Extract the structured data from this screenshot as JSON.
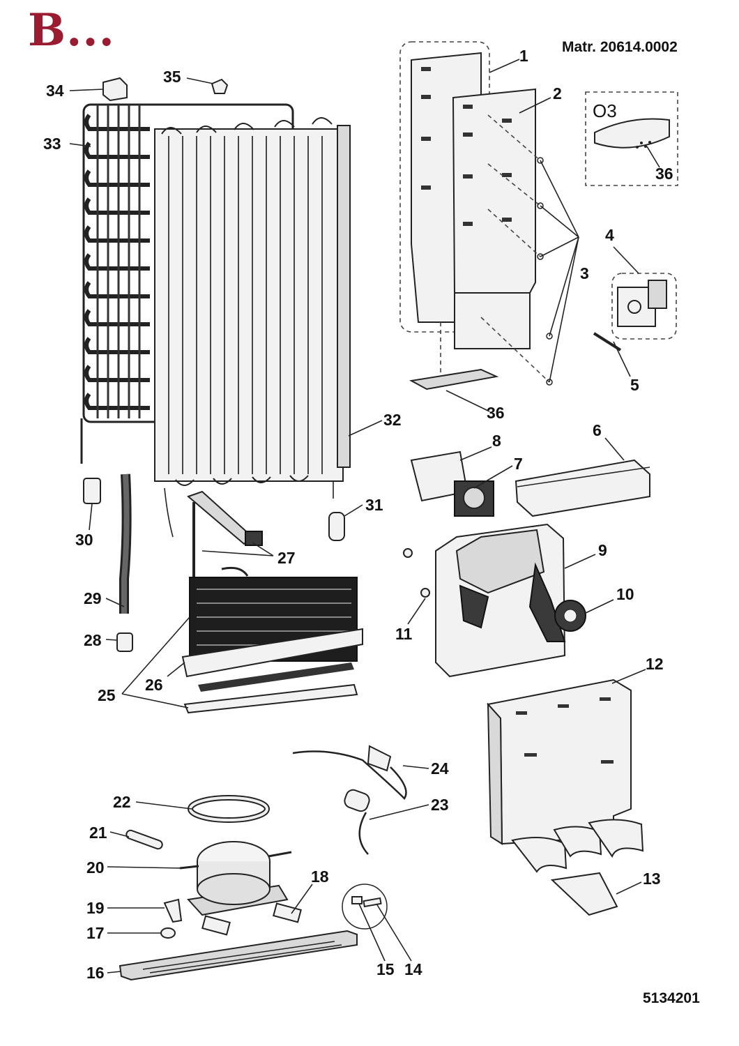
{
  "header": {
    "title": "B..."
  },
  "meta": {
    "matr": "Matr. 20614.0002",
    "doc_number": "5134201",
    "inset_label": "O3"
  },
  "callouts": [
    "1",
    "2",
    "3",
    "4",
    "5",
    "6",
    "7",
    "8",
    "9",
    "10",
    "11",
    "12",
    "13",
    "14",
    "15",
    "16",
    "17",
    "18",
    "19",
    "20",
    "21",
    "22",
    "23",
    "24",
    "25",
    "26",
    "27",
    "28",
    "29",
    "30",
    "31",
    "32",
    "33",
    "34",
    "35",
    "36"
  ],
  "callout_36_alt": "36",
  "callout_36_b": "36"
}
